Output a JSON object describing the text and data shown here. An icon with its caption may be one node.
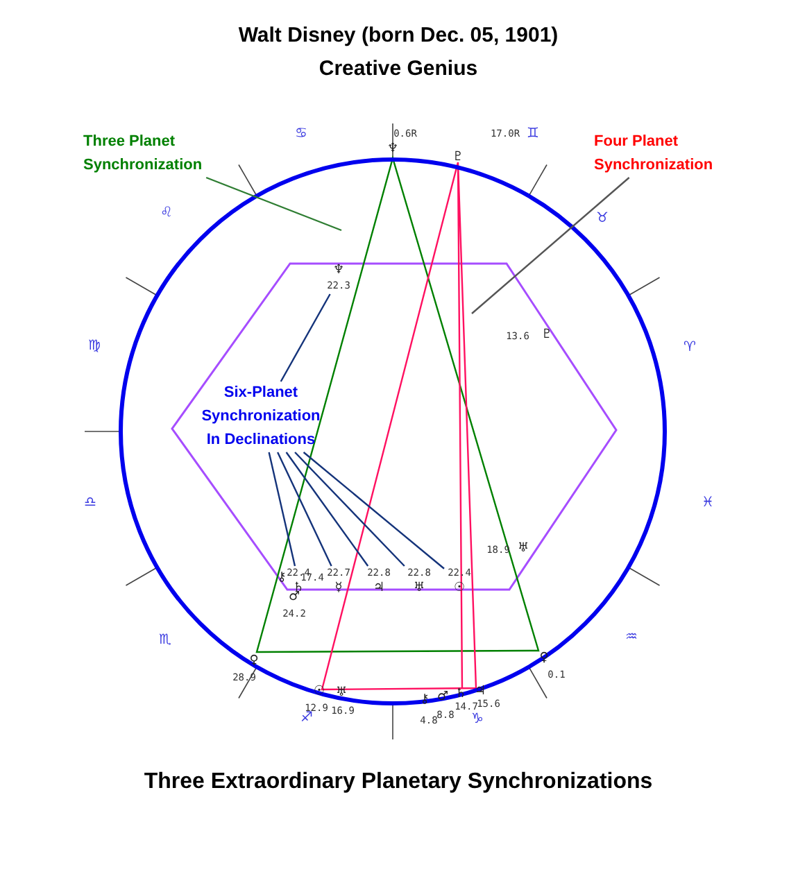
{
  "diagram": {
    "title": "Walt Disney (born Dec. 05, 1901) Creative Genius",
    "caption": "Three Extraordinary Planetary Synchronizations",
    "nodes": [
      {
        "text": [
          "Three Planet Synchronization"
        ]
      },
      {
        "text": [
          "Four Planet Synchronization"
        ]
      },
      {
        "text": [
          "Six-Planet Synchronization In Declinations"
        ]
      },
      {
        "text": [
          "♆",
          "22.3"
        ]
      },
      {
        "text": [
          "22.4",
          "♄"
        ]
      },
      {
        "text": [
          "22.7",
          "☿"
        ]
      },
      {
        "text": [
          "22.8",
          "♃"
        ]
      },
      {
        "text": [
          "22.8",
          "♅"
        ]
      },
      {
        "text": [
          "22.4",
          "☉"
        ]
      }
    ],
    "edges": [
      {
        "from": 0,
        "to": null,
        "arrow": "none"
      },
      {
        "from": 1,
        "to": null,
        "arrow": "none"
      },
      {
        "from": 2,
        "to": 3,
        "arrow": "none"
      },
      {
        "from": 2,
        "to": 4,
        "arrow": "none"
      },
      {
        "from": 2,
        "to": 5,
        "arrow": "none"
      },
      {
        "from": 2,
        "to": 6,
        "arrow": "none"
      },
      {
        "from": 2,
        "to": 7,
        "arrow": "none"
      },
      {
        "from": 2,
        "to": 8,
        "arrow": "none"
      }
    ],
    "labels": [
      "♋",
      "0.6R",
      "17.0R",
      "♊",
      "♆",
      "♇",
      "♉",
      "♌",
      "13.6",
      "♇",
      "♍",
      "♈",
      "♎",
      "♓",
      "18.9",
      "♅",
      "⚷",
      "17.4",
      "♂",
      "24.2",
      "♏",
      "♒",
      "♀",
      "♀",
      "28.9",
      "0.1",
      "☉",
      "♅",
      "⚷",
      "♂",
      "♄",
      "♃",
      "12.9",
      "16.9",
      "14.7",
      "15.6",
      "♐",
      "4.8",
      "8.8",
      "♑"
    ]
  }
}
